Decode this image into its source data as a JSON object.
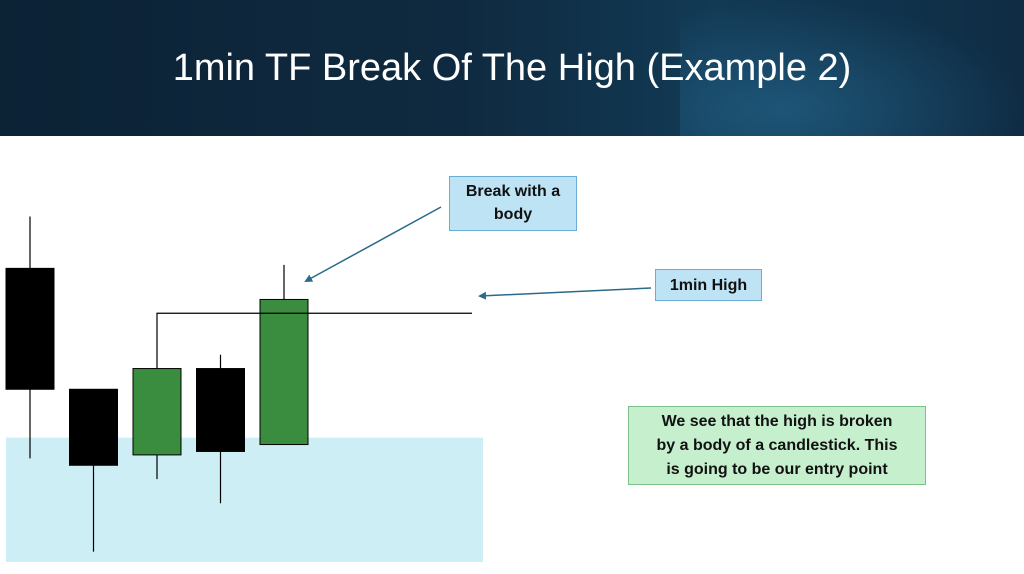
{
  "slide": {
    "title": "1min TF Break Of The High (Example 2)"
  },
  "callouts": {
    "break_line1": "Break with a",
    "break_line2": "body",
    "high_label": "1min High",
    "note_line1": "We see that the high is broken",
    "note_line2": "by a body of a candlestick. This",
    "note_line3": "is going to be our entry point"
  },
  "colors": {
    "header_background": "#0f2a40",
    "bearish_candle": "#000000",
    "bullish_candle": "#3a8c3f",
    "zone_fill": "#cdeef5",
    "arrow": "#2a6a8a",
    "callout_blue": "#bde3f5",
    "callout_green": "#c6efce"
  },
  "chart_data": {
    "type": "candlestick",
    "candles": [
      {
        "direction": "bearish",
        "open": 85,
        "close": 50,
        "high": 100,
        "low": 30
      },
      {
        "direction": "bearish",
        "open": 50,
        "close": 28,
        "high": 50,
        "low": 3
      },
      {
        "direction": "bullish",
        "open": 31,
        "close": 56,
        "high": 56,
        "low": 24
      },
      {
        "direction": "bearish",
        "open": 56,
        "close": 32,
        "high": 60,
        "low": 17
      },
      {
        "direction": "bullish",
        "open": 34,
        "close": 76,
        "high": 86,
        "low": 34
      }
    ],
    "high_level": 72,
    "zone": {
      "from": 0,
      "to": 36
    },
    "value_range": [
      0,
      110
    ]
  }
}
